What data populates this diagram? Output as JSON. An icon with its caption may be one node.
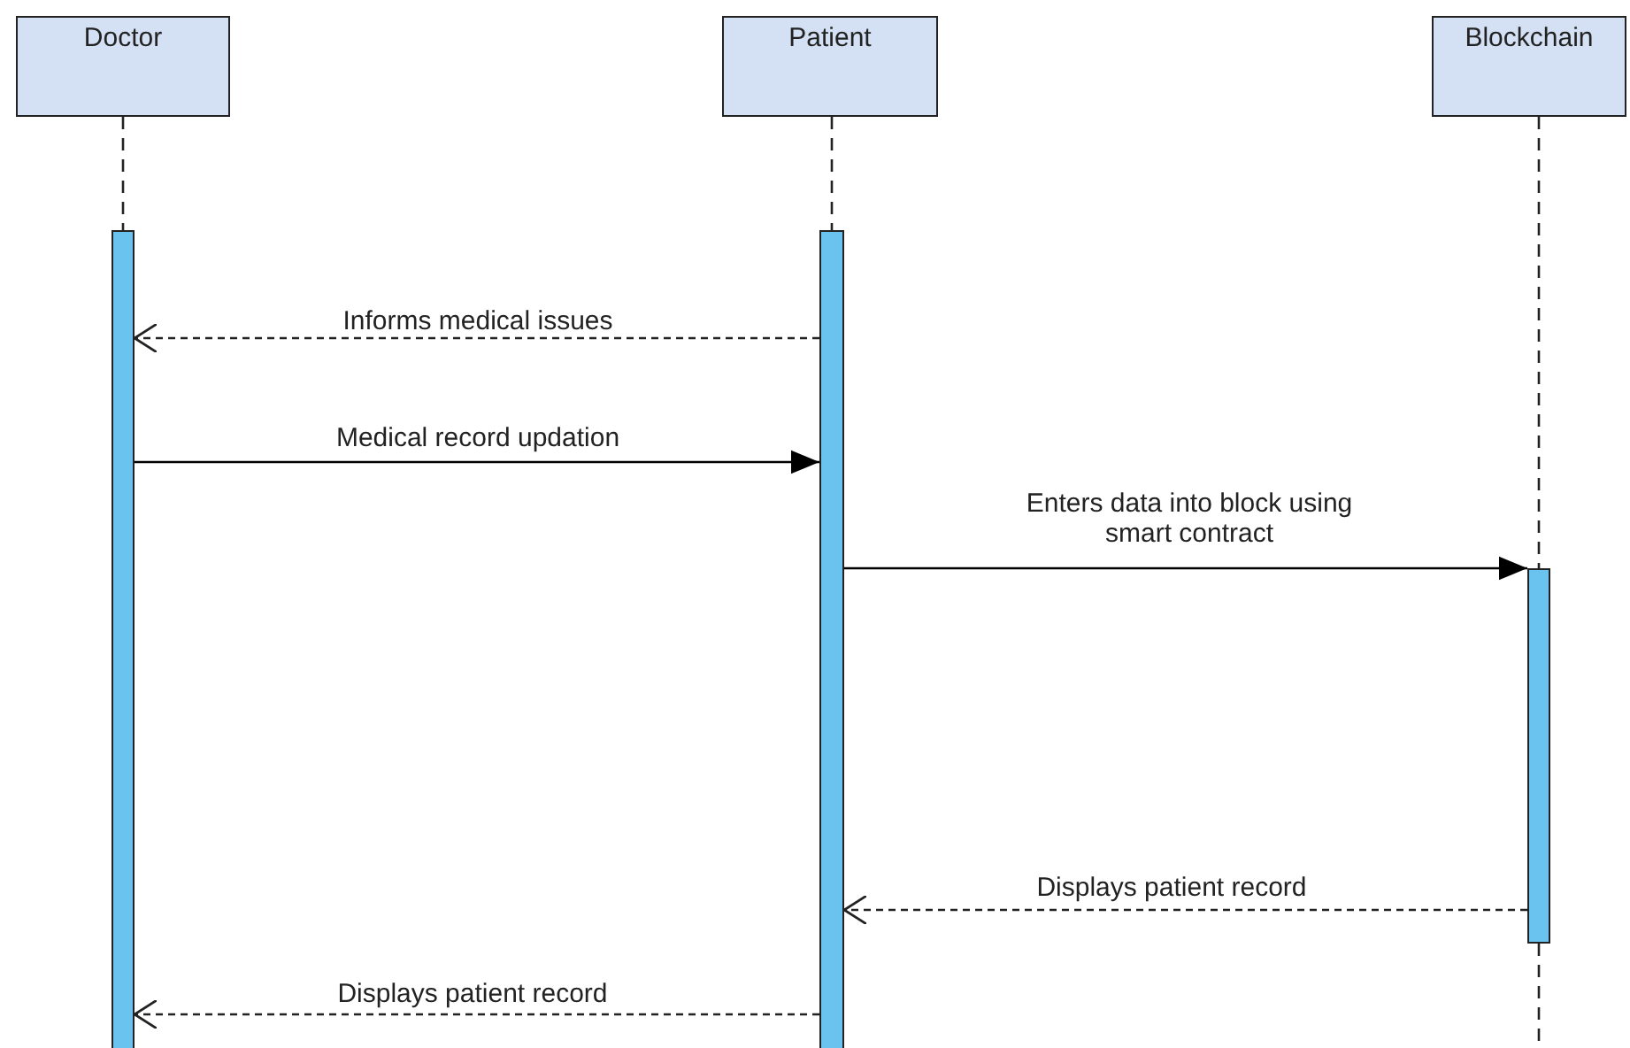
{
  "diagram": {
    "nodes": [
      {
        "text": [
          "Doctor"
        ]
      },
      {
        "text": [
          "Patient"
        ]
      },
      {
        "text": [
          "Blockchain"
        ]
      },
      {
        "text": [],
        "shape": "bar"
      },
      {
        "text": [],
        "shape": "bar"
      },
      {
        "text": [],
        "shape": "bar"
      }
    ],
    "edges": [
      {
        "from": 0,
        "to": 3,
        "arrow": "none",
        "style": "dashed"
      },
      {
        "from": 1,
        "to": 4,
        "arrow": "none",
        "style": "dashed"
      },
      {
        "from": 2,
        "to": 5,
        "arrow": "none",
        "style": "dashed"
      },
      {
        "from": 5,
        "to": null,
        "arrow": "none",
        "style": "dashed"
      },
      {
        "from": 4,
        "to": 3,
        "arrow": "to",
        "style": "dashed",
        "label": "Informs medical issues"
      },
      {
        "from": 3,
        "to": 4,
        "arrow": "to",
        "label": "Medical record updation"
      },
      {
        "from": 4,
        "to": 5,
        "arrow": "to",
        "label": "Enters data into block using smart contract"
      },
      {
        "from": 5,
        "to": 4,
        "arrow": "to",
        "style": "dashed",
        "label": "Displays patient record"
      },
      {
        "from": 4,
        "to": 3,
        "arrow": "to",
        "style": "dashed",
        "label": "Displays patient record"
      }
    ]
  }
}
